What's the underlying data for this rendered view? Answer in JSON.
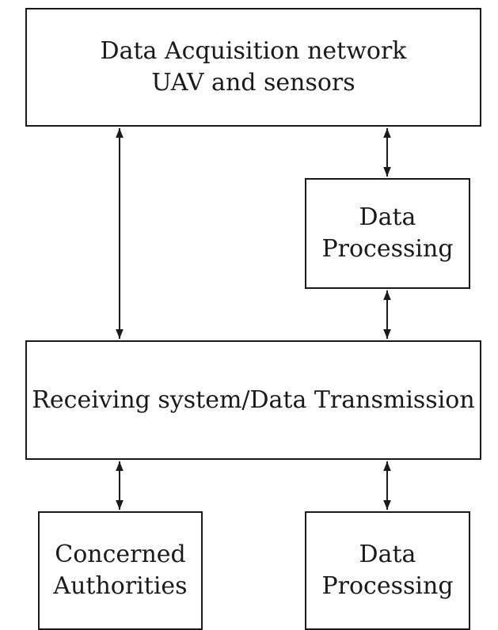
{
  "boxes": {
    "acquisition": {
      "line1": "Data Acquisition network",
      "line2": "UAV and sensors"
    },
    "processing_top": {
      "line1": "Data",
      "line2": "Processing"
    },
    "receiving": {
      "line1": "Receiving system/Data Transmission"
    },
    "authorities": {
      "line1": "Concerned",
      "line2": "Authorities"
    },
    "processing_bottom": {
      "line1": "Data",
      "line2": "Processing"
    }
  },
  "connections": [
    {
      "from": "acquisition",
      "to": "receiving",
      "direction": "bidirectional"
    },
    {
      "from": "acquisition",
      "to": "processing_top",
      "direction": "bidirectional"
    },
    {
      "from": "processing_top",
      "to": "receiving",
      "direction": "bidirectional"
    },
    {
      "from": "receiving",
      "to": "authorities",
      "direction": "bidirectional"
    },
    {
      "from": "receiving",
      "to": "processing_bottom",
      "direction": "bidirectional"
    }
  ]
}
